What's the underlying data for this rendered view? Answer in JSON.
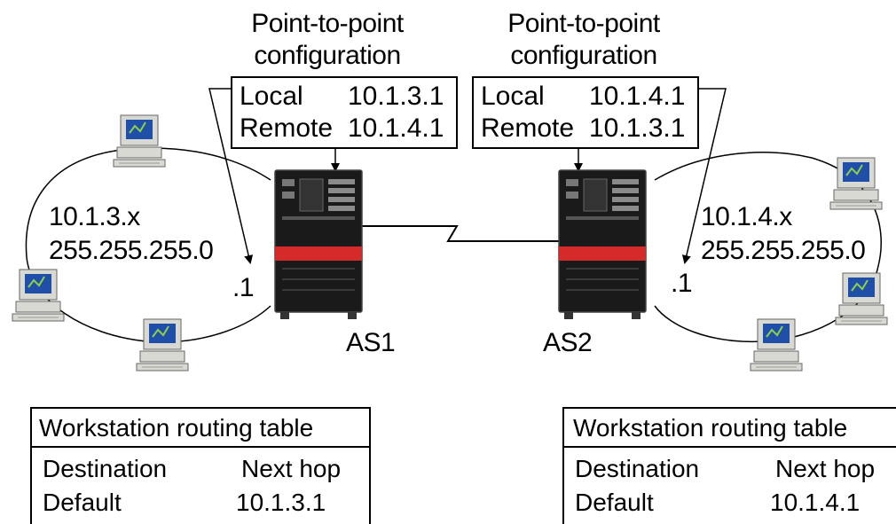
{
  "left": {
    "ptp_title_1": "Point-to-point",
    "ptp_title_2": "configuration",
    "local_label": "Local",
    "local_ip": "10.1.3.1",
    "remote_label": "Remote",
    "remote_ip": "10.1.4.1",
    "network": "10.1.3.x",
    "mask": "255.255.255.0",
    "host_suffix": ".1",
    "server_name": "AS1",
    "table": {
      "title": "Workstation routing table",
      "col_dest": "Destination",
      "col_hop": "Next hop",
      "row_dest": "Default",
      "row_hop": "10.1.3.1"
    }
  },
  "right": {
    "ptp_title_1": "Point-to-point",
    "ptp_title_2": "configuration",
    "local_label": "Local",
    "local_ip": "10.1.4.1",
    "remote_label": "Remote",
    "remote_ip": "10.1.3.1",
    "network": "10.1.4.x",
    "mask": "255.255.255.0",
    "host_suffix": ".1",
    "server_name": "AS2",
    "table": {
      "title": "Workstation routing table",
      "col_dest": "Destination",
      "col_hop": "Next hop",
      "row_dest": "Default",
      "row_hop": "10.1.4.1"
    }
  },
  "icons": {
    "server": "server-icon",
    "workstation": "workstation-icon"
  },
  "colors": {
    "server_body": "#1a1a1a",
    "server_band": "#d42a2a",
    "screen": "#1f4fa8",
    "case": "#d9d9d4"
  }
}
